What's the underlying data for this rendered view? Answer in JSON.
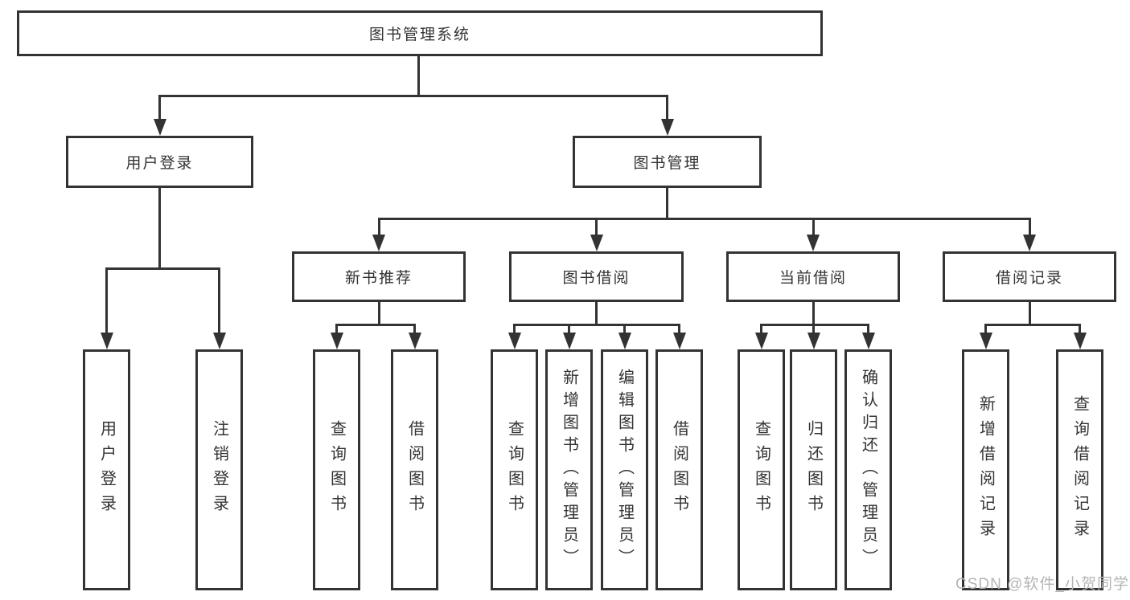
{
  "diagram": {
    "root": {
      "label": "图书管理系统"
    },
    "level2": [
      {
        "label": "用户登录"
      },
      {
        "label": "图书管理"
      }
    ],
    "level3": [
      {
        "label": "新书推荐"
      },
      {
        "label": "图书借阅"
      },
      {
        "label": "当前借阅"
      },
      {
        "label": "借阅记录"
      }
    ],
    "leaves": {
      "user_login": [
        "用户登录",
        "注销登录"
      ],
      "new_book_rec": [
        "查询图书",
        "借阅图书"
      ],
      "book_borrow": [
        "查询图书",
        "新增图书（管理员）",
        "编辑图书（管理员）",
        "借阅图书"
      ],
      "current_borrow": [
        "查询图书",
        "归还图书",
        "确认归还（管理员）"
      ],
      "borrow_records": [
        "新增借阅记录",
        "查询借阅记录"
      ]
    }
  },
  "watermark": "CSDN @软件_小贺同学",
  "colors": {
    "line": "#333333",
    "text": "#333333",
    "watermark": "#b5b5b5",
    "background": "#ffffff"
  }
}
